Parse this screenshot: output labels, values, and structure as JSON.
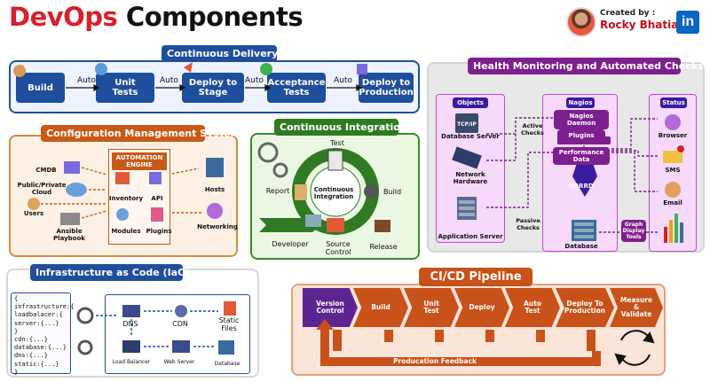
{
  "header": {
    "title_a": "DevOps",
    "title_b": " Components",
    "created_by": "Created by :",
    "author": "Rocky Bhatia",
    "linkedin": "in"
  },
  "continuous_delivery": {
    "title": "Continuous Delivery",
    "steps": [
      "Build",
      "Unit\nTests",
      "Deploy to\nStage",
      "Acceptance\nTests",
      "Deploy to\nProduction"
    ],
    "transition": "Auto"
  },
  "health": {
    "title": "Health Monitoring and Automated Checks",
    "objects_header": "Objects",
    "nagios_header": "Nagios",
    "status_header": "Status",
    "objects": [
      "Database Server",
      "Network\nHardware",
      "Application Server"
    ],
    "tcpip": "TCP/IP",
    "active_checks": "Active\nChecks",
    "passive_checks": "Passive\nChecks",
    "nagios_daemon": "Nagios Daemon",
    "plugins": "Plugins",
    "performance_data": "Performance\nData",
    "n2rrd": "N2RRD",
    "database": "Database",
    "graph_tools": "Graph\nDisplay\nTools",
    "status": [
      "Browser",
      "SMS",
      "Email"
    ]
  },
  "config": {
    "title": "Configuration Management System",
    "sources": [
      "CMDB",
      "Public/Private\nCloud",
      "Users",
      "Ansible\nPlaybook"
    ],
    "engine": "AUTOMATION\nENGINE",
    "engine_items": [
      "Inventory",
      "API",
      "Modules",
      "Plugins"
    ],
    "targets": [
      "Hosts",
      "Networking"
    ]
  },
  "ci": {
    "title": "Continuous Integration",
    "center": "Continuous\nIntegration",
    "labels": [
      "Test",
      "Report",
      "Build",
      "Developer",
      "Source\nControl",
      "Release"
    ]
  },
  "iac": {
    "title": "Infrastructure as Code (IaC)",
    "code": "{\ninfrastructure:{\nloadbalacer:{\nserver:{...}\n}\ncdn:{...}\ndatabase:{...}\ndns:{...}\nstatic:{...}\n}",
    "nodes": [
      "DNS",
      "CDN",
      "Static\nFiles",
      "Load Balancer",
      "Web Server",
      "Database"
    ]
  },
  "cicd": {
    "title": "CI/CD Pipeline",
    "stages": [
      "Version\nControl",
      "Build",
      "Unit\nTest",
      "Deploy",
      "Auto\nTest",
      "Deploy To\nProduction",
      "Measure\n&\nValidate"
    ],
    "feedback": "Producation Feedback"
  }
}
